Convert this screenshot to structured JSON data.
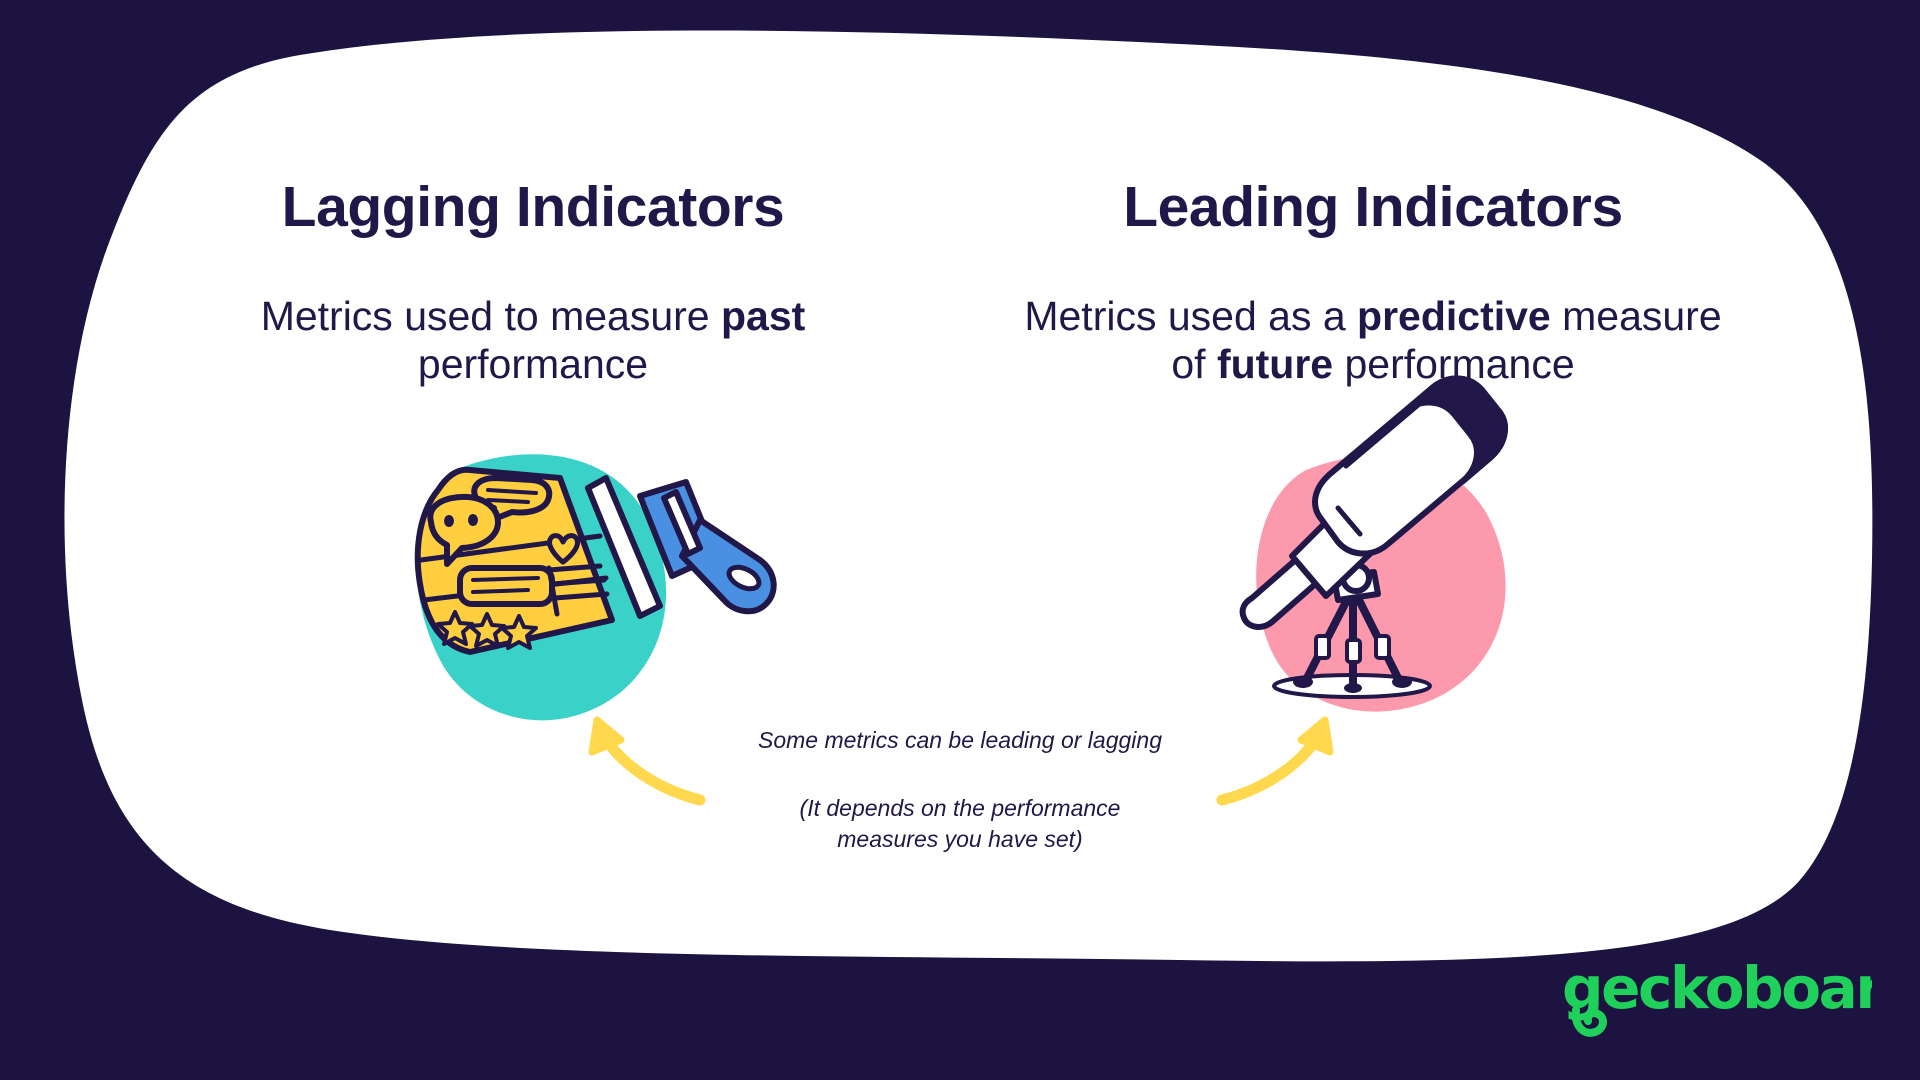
{
  "canvas": {
    "background_color": "#1d1340",
    "card_color": "#ffffff",
    "text_color": "#211748"
  },
  "columns": [
    {
      "id": "lagging",
      "heading": "Lagging Indicators",
      "body_parts": [
        {
          "text": "Metrics used to measure ",
          "bold": false
        },
        {
          "text": "past",
          "bold": true
        },
        {
          "text": " performance",
          "bold": false
        }
      ],
      "body_plain": "Metrics used to measure past performance",
      "illustration": {
        "name": "megaphone-illustration",
        "blob_color": "#3ad2c8",
        "primary_color": "#ffcf3f",
        "accent_color": "#4a90e2",
        "outline_color": "#211748"
      }
    },
    {
      "id": "leading",
      "heading": "Leading Indicators",
      "body_parts": [
        {
          "text": "Metrics used as a ",
          "bold": false
        },
        {
          "text": "predictive",
          "bold": true
        },
        {
          "text": " measure of ",
          "bold": false
        },
        {
          "text": "future",
          "bold": true
        },
        {
          "text": " performance",
          "bold": false
        }
      ],
      "body_plain": "Metrics used as a predictive measure of future performance",
      "illustration": {
        "name": "telescope-illustration",
        "blob_color": "#fc99ad",
        "primary_color": "#ffffff",
        "accent_color": "#211748",
        "outline_color": "#211748"
      }
    }
  ],
  "caption": {
    "line_1": "Some metrics can be leading or lagging",
    "line_2": "(It depends on the performance",
    "line_3": "measures you have set)"
  },
  "arrows": {
    "color": "#ffd84d",
    "left_label": "arrow-to-lagging",
    "right_label": "arrow-to-leading"
  },
  "logo": {
    "text": "geckoboard",
    "color": "#1fd05a"
  }
}
